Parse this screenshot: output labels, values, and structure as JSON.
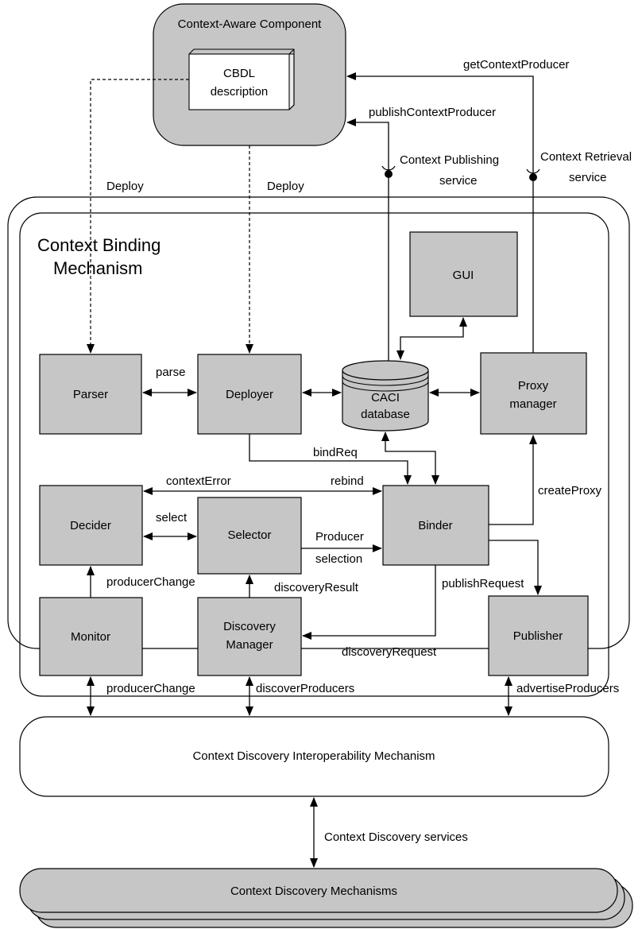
{
  "component": {
    "title": "Context-Aware Component",
    "cbdl_line1": "CBDL",
    "cbdl_line2": "description"
  },
  "mechanism": {
    "title_line1": "Context Binding",
    "title_line2": "Mechanism"
  },
  "boxes": {
    "gui": "GUI",
    "parser": "Parser",
    "deployer": "Deployer",
    "caci_line1": "CACI",
    "caci_line2": "database",
    "proxy_line1": "Proxy",
    "proxy_line2": "manager",
    "decider": "Decider",
    "selector": "Selector",
    "binder": "Binder",
    "monitor": "Monitor",
    "discovery_line1": "Discovery",
    "discovery_line2": "Manager",
    "publisher": "Publisher"
  },
  "labels": {
    "get_context_producer": "getContextProducer",
    "publish_context_producer": "publishContextProducer",
    "context_publishing_line1": "Context Publishing",
    "context_publishing_line2": "service",
    "context_retrieval_line1": "Context Retrieval",
    "context_retrieval_line2": "service",
    "deploy_left": "Deploy",
    "deploy_right": "Deploy",
    "parse": "parse",
    "bind_req": "bindReq",
    "context_error": "contextError",
    "rebind": "rebind",
    "create_proxy": "createProxy",
    "select": "select",
    "producer_selection_line1": "Producer",
    "producer_selection_line2": "selection",
    "producer_change_inner": "producerChange",
    "discovery_result": "discoveryResult",
    "publish_request": "publishRequest",
    "discovery_request": "discoveryRequest",
    "producer_change_outer": "producerChange",
    "discover_producers": "discoverProducers",
    "advertise_producers": "advertiseProducers",
    "context_discovery_services": "Context Discovery services"
  },
  "interop": "Context Discovery Interoperability Mechanism",
  "discovery_mechanisms": "Context Discovery Mechanisms",
  "colors": {
    "box_fill": "#c6c6c6",
    "stroke": "#000000",
    "background": "#ffffff"
  }
}
